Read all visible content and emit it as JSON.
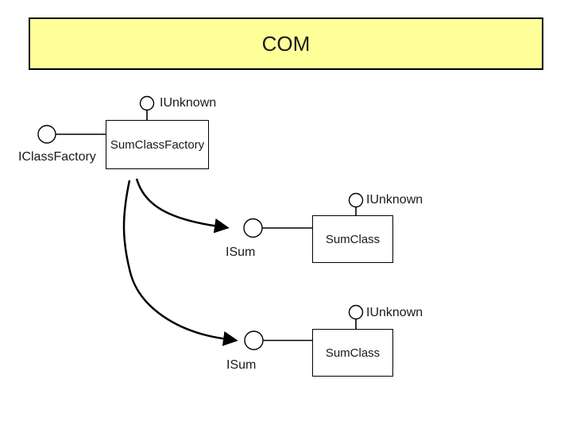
{
  "title_bar": {
    "label": "COM"
  },
  "nodes": {
    "factory": {
      "box_label": "SumClassFactory",
      "top_interface_label": "IUnknown",
      "side_interface_label": "IClassFactory"
    },
    "sumclass1": {
      "box_label": "SumClass",
      "top_interface_label": "IUnknown",
      "side_interface_label": "ISum"
    },
    "sumclass2": {
      "box_label": "SumClass",
      "top_interface_label": "IUnknown",
      "side_interface_label": "ISum"
    }
  },
  "colors": {
    "title_fill": "#FFFF99",
    "stroke": "#000000",
    "box_fill": "#FFFFFF",
    "canvas_bg": "#FFFFFF"
  }
}
